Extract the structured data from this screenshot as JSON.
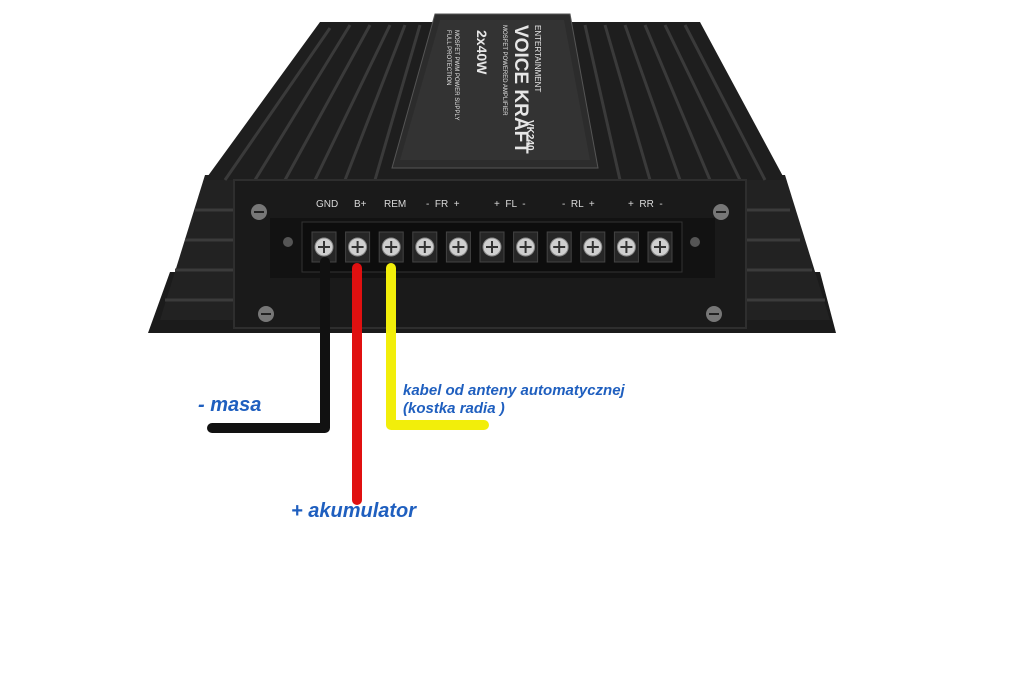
{
  "device": {
    "brand_line1": "ENTERTAINMENT",
    "brand_line2": "VOICE KRAFT",
    "brand_line3": "MOSFET POWERED AMPLIFIER",
    "model_badge": "2x40W",
    "model": "VK240",
    "note_line1": "MOSFET PWM POWER SUPPLY",
    "note_line2": "FULL PROTECTION"
  },
  "terminals": {
    "gnd": "GND",
    "bplus": "B+",
    "rem": "REM",
    "fr": "-  FR  +",
    "fl": "+  FL  -",
    "rl": "-  RL  +",
    "rr": "+  RR  -"
  },
  "annotations": {
    "masa": "- masa",
    "akumulator": "+ akumulator",
    "antena_line1": "kabel od anteny automatycznej",
    "antena_line2": "(kostka radia )"
  },
  "wire_colors": {
    "ground": "#111111",
    "battery": "#e01010",
    "remote": "#f2ee0a"
  }
}
